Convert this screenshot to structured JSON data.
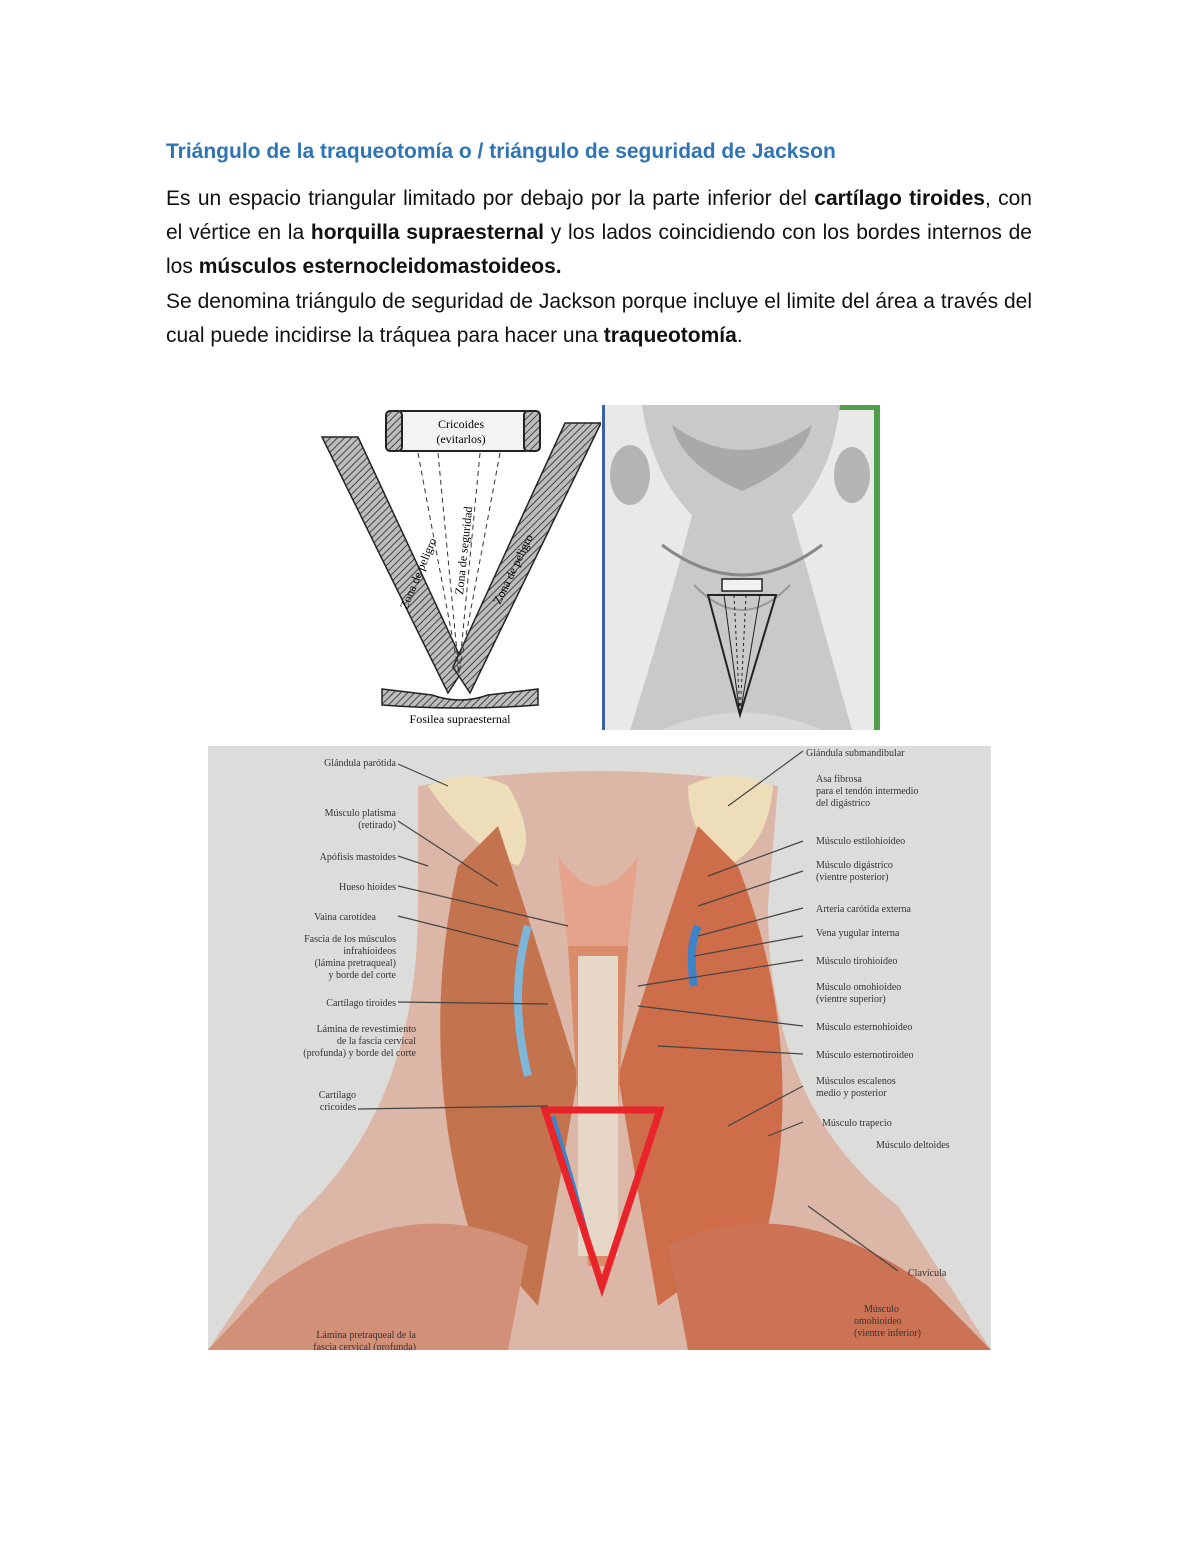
{
  "heading": "Triángulo de la traqueotomía o / triángulo de seguridad de Jackson",
  "para1": {
    "t1": "Es un espacio triangular limitado por debajo por la parte inferior del ",
    "b1": "cartílago tiroides",
    "t2": ", con el vértice en la ",
    "b2": "horquilla supraesternal",
    "t3": " y los lados coincidiendo con los bordes internos de los ",
    "b3": "músculos esternocleidomastoideos."
  },
  "para2": {
    "t1": "Se denomina triángulo de seguridad de Jackson porque incluye el limite del área a través del cual puede incidirse la tráquea para hacer una ",
    "b1": "traqueotomía",
    "t2": "."
  },
  "diagram": {
    "top_label_1": "Cricoides",
    "top_label_2": "(evitarlos)",
    "left_band": "Zona de peligro",
    "center": "Zona de seguridad",
    "right_band": "Zona de peligro",
    "bottom": "Fosilea supraesternal"
  },
  "anatomy": {
    "left_labels": [
      "Glándula parótida",
      "Músculo platisma",
      "(retirado)",
      "Apófisis mastoides",
      "Hueso hioides",
      "Vaina carotídea",
      "Fascia de los músculos",
      "infrahioideos",
      "(lámina pretraqueal)",
      "y borde del corte",
      "Cartílago tiroides",
      "Lámina de revestimiento",
      "de la fascia cervical",
      "(profunda) y borde del corte",
      "Cartílago",
      "cricoides",
      "Lámina pretraqueal de la",
      "fascia cervical (profunda)"
    ],
    "right_labels": [
      "Glándula submandibular",
      "Asa fibrosa",
      "para el tendón intermedio",
      "del digástrico",
      "Músculo estilohioideo",
      "Músculo digástrico",
      "(vientre posterior)",
      "Arteria carótida externa",
      "Vena yugular interna",
      "Músculo tirohioideo",
      "Músculo omohioideo",
      "(vientre superior)",
      "Músculo esternohioideo",
      "Músculo esternotiroideo",
      "Músculos escalenos",
      "medio y posterior",
      "Músculo trapecio",
      "Músculo deltoides",
      "Clavícula",
      "Músculo",
      "omohioideo",
      "(vientre inferior)"
    ],
    "highlight_color": "#e8232a",
    "vein_color": "#3f83c7"
  }
}
